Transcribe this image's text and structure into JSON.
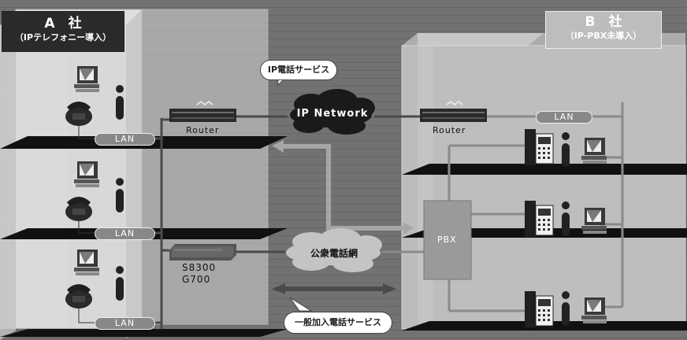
{
  "company_a": {
    "name": "A　社",
    "subtitle": "（IPテレフォニー導入）"
  },
  "company_b": {
    "name": "B　社",
    "subtitle": "（IP-PBX未導入）"
  },
  "ip_service_bubble": "IP電話サービス",
  "general_service_bubble": "一般加入電話サービス",
  "ip_network": "IP Network",
  "pstn": "公衆電話網",
  "router_a": "Router",
  "router_b": "Router",
  "lan_labels": [
    "LAN",
    "LAN",
    "LAN"
  ],
  "lan_b": "LAN",
  "gateway_label_1": "S8300",
  "gateway_label_2": "G700",
  "pbx": "PBX",
  "colors": {
    "background": "#6e6e6e",
    "building": "#dcdcdc",
    "floor": "#111111",
    "company_a_box": "#2a2a2a",
    "company_b_box": "#bdbdbd",
    "pbx": "#9a9a9a"
  }
}
